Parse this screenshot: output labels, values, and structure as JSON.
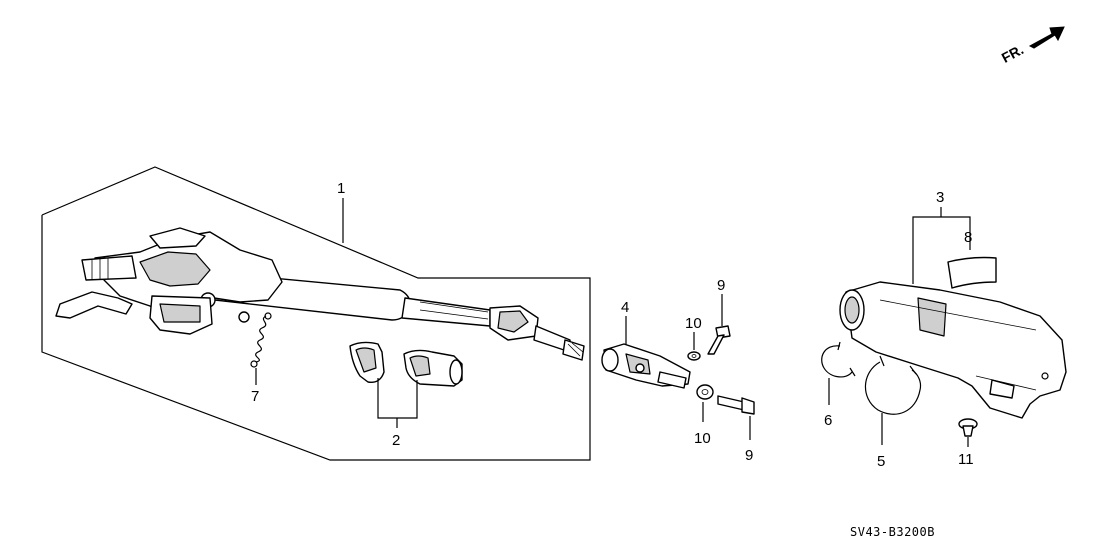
{
  "diagram": {
    "orientation_label": "FR.",
    "drawing_code": "SV43-B3200B",
    "callouts": {
      "c1": "1",
      "c2": "2",
      "c3": "3",
      "c4": "4",
      "c5": "5",
      "c6": "6",
      "c7": "7",
      "c8": "8",
      "c9a": "9",
      "c9b": "9",
      "c10a": "10",
      "c10b": "10",
      "c11": "11"
    }
  }
}
